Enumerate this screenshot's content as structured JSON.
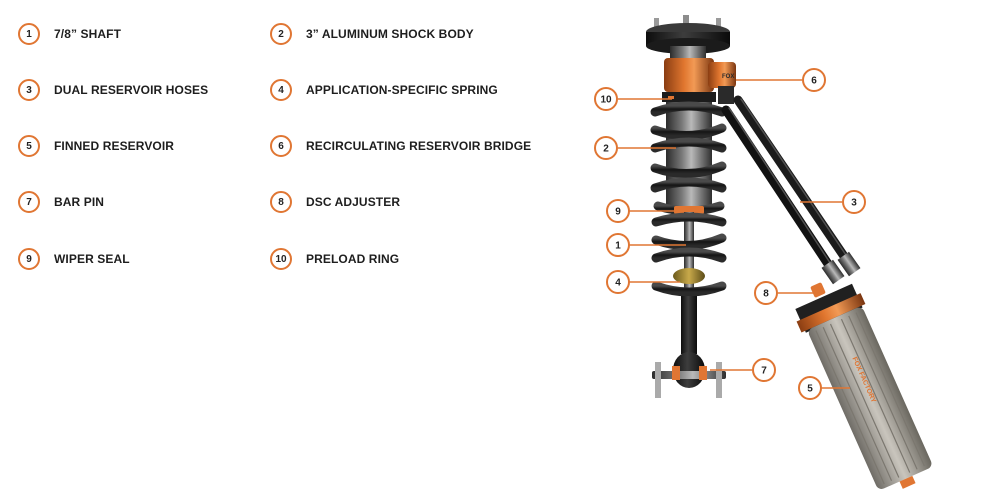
{
  "accent_color": "#e07633",
  "legend": [
    {
      "number": "1",
      "label": "7/8” SHAFT"
    },
    {
      "number": "2",
      "label": "3” ALUMINUM SHOCK BODY"
    },
    {
      "number": "3",
      "label": "DUAL RESERVOIR HOSES"
    },
    {
      "number": "4",
      "label": "APPLICATION-SPECIFIC SPRING"
    },
    {
      "number": "5",
      "label": "FINNED RESERVOIR"
    },
    {
      "number": "6",
      "label": "RECIRCULATING RESERVOIR BRIDGE"
    },
    {
      "number": "7",
      "label": "BAR PIN"
    },
    {
      "number": "8",
      "label": "DSC ADJUSTER"
    },
    {
      "number": "9",
      "label": "WIPER SEAL"
    },
    {
      "number": "10",
      "label": "PRELOAD RING"
    }
  ],
  "callouts": {
    "c1": "1",
    "c2": "2",
    "c3": "3",
    "c4": "4",
    "c5": "5",
    "c6": "6",
    "c7": "7",
    "c8": "8",
    "c9": "9",
    "c10": "10"
  },
  "brand_mark": "FOX",
  "reservoir_text": "FOX FACTORY"
}
